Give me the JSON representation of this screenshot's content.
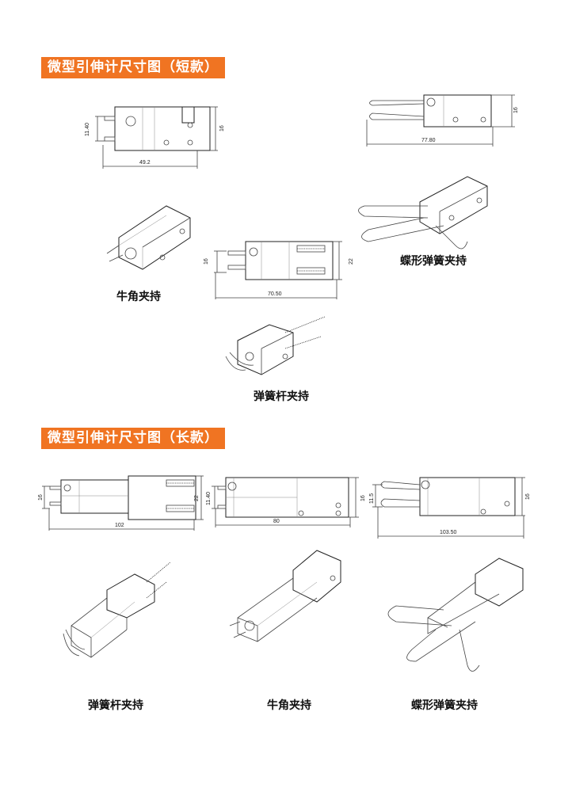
{
  "sections": [
    {
      "title": "微型引伸计尺寸图（短款）",
      "drawings": [
        {
          "name": "short-dim-1",
          "width_label": "49.2",
          "height_label": "16",
          "gap_label": "11.40"
        },
        {
          "name": "short-dim-2",
          "width_label": "77.80",
          "height_label": "16"
        },
        {
          "name": "short-dim-3",
          "width_label": "70.50",
          "height_label": "16",
          "height2_label": "22"
        }
      ],
      "captions": [
        "牛角夹持",
        "蝶形弹簧夹持",
        "弹簧杆夹持"
      ]
    },
    {
      "title": "微型引伸计尺寸图（长款）",
      "drawings": [
        {
          "name": "long-dim-1",
          "width_label": "102",
          "height_label": "16",
          "height2_label": "22"
        },
        {
          "name": "long-dim-2",
          "width_label": "80",
          "height_label": "16",
          "gap_label": "11.40"
        },
        {
          "name": "long-dim-3",
          "width_label": "103.50",
          "height_label": "16",
          "gap_label": "11.5"
        }
      ],
      "captions": [
        "弹簧杆夹持",
        "牛角夹持",
        "蝶形弹簧夹持"
      ]
    }
  ]
}
